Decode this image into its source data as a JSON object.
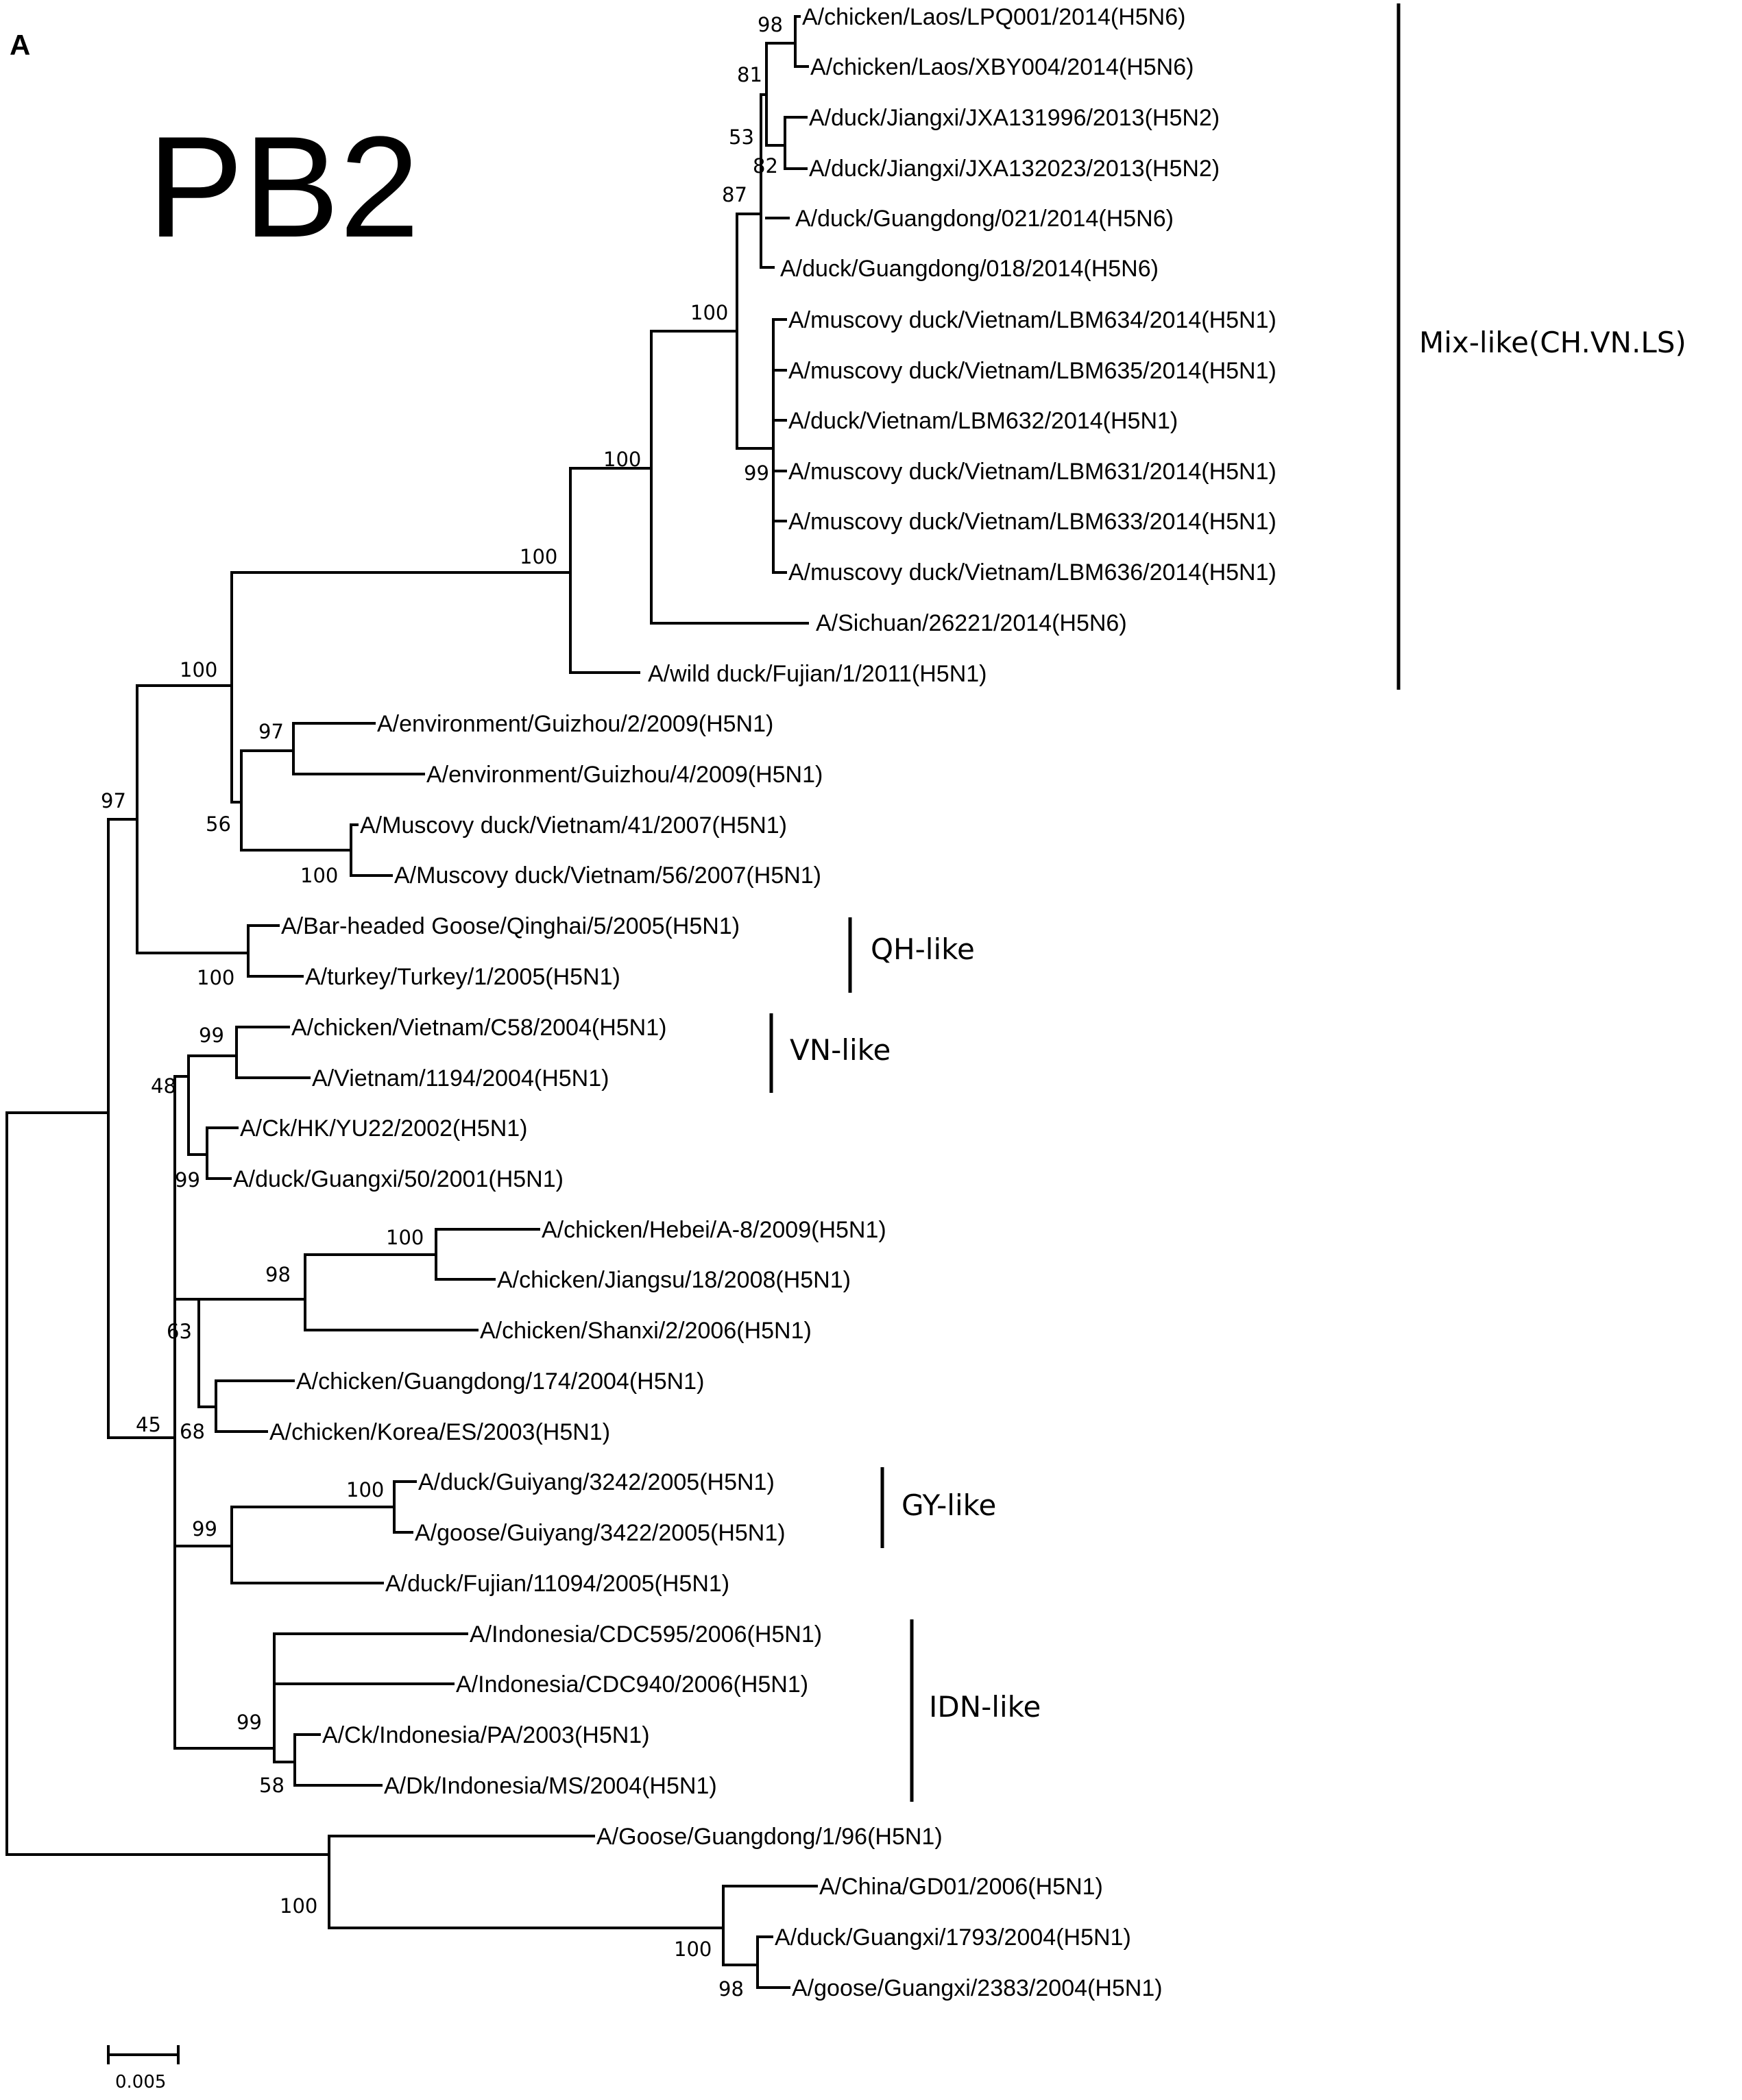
{
  "panel_label": "A",
  "gene_title": "PB2",
  "scale_bar": "0.005",
  "taxa": [
    "A/chicken/Laos/LPQ001/2014(H5N6)",
    "A/chicken/Laos/XBY004/2014(H5N6)",
    "A/duck/Jiangxi/JXA131996/2013(H5N2)",
    "A/duck/Jiangxi/JXA132023/2013(H5N2)",
    "A/duck/Guangdong/021/2014(H5N6)",
    "A/duck/Guangdong/018/2014(H5N6)",
    "A/muscovy duck/Vietnam/LBM634/2014(H5N1)",
    "A/muscovy duck/Vietnam/LBM635/2014(H5N1)",
    "A/duck/Vietnam/LBM632/2014(H5N1)",
    "A/muscovy duck/Vietnam/LBM631/2014(H5N1)",
    "A/muscovy duck/Vietnam/LBM633/2014(H5N1)",
    "A/muscovy duck/Vietnam/LBM636/2014(H5N1)",
    "A/Sichuan/26221/2014(H5N6)",
    "A/wild duck/Fujian/1/2011(H5N1)",
    "A/environment/Guizhou/2/2009(H5N1)",
    "A/environment/Guizhou/4/2009(H5N1)",
    "A/Muscovy duck/Vietnam/41/2007(H5N1)",
    "A/Muscovy duck/Vietnam/56/2007(H5N1)",
    "A/Bar-headed Goose/Qinghai/5/2005(H5N1)",
    "A/turkey/Turkey/1/2005(H5N1)",
    "A/chicken/Vietnam/C58/2004(H5N1)",
    "A/Vietnam/1194/2004(H5N1)",
    "A/Ck/HK/YU22/2002(H5N1)",
    "A/duck/Guangxi/50/2001(H5N1)",
    "A/chicken/Hebei/A-8/2009(H5N1)",
    "A/chicken/Jiangsu/18/2008(H5N1)",
    "A/chicken/Shanxi/2/2006(H5N1)",
    "A/chicken/Guangdong/174/2004(H5N1)",
    "A/chicken/Korea/ES/2003(H5N1)",
    "A/duck/Guiyang/3242/2005(H5N1)",
    "A/goose/Guiyang/3422/2005(H5N1)",
    "A/duck/Fujian/11094/2005(H5N1)",
    "A/Indonesia/CDC595/2006(H5N1)",
    "A/Indonesia/CDC940/2006(H5N1)",
    "A/Ck/Indonesia/PA/2003(H5N1)",
    "A/Dk/Indonesia/MS/2004(H5N1)",
    "A/Goose/Guangdong/1/96(H5N1)",
    "A/China/GD01/2006(H5N1)",
    "A/duck/Guangxi/1793/2004(H5N1)",
    "A/goose/Guangxi/2383/2004(H5N1)"
  ],
  "bootstrap": [
    "98",
    "81",
    "53",
    "82",
    "87",
    "100",
    "99",
    "100",
    "100",
    "100",
    "97",
    "56",
    "100",
    "97",
    "100",
    "99",
    "48",
    "99",
    "100",
    "98",
    "63",
    "68",
    "45",
    "100",
    "99",
    "99",
    "58",
    "100",
    "100",
    "98"
  ],
  "clades": [
    "Mix-like(CH.VN.LS)",
    "QH-like",
    "VN-like",
    "GY-like",
    "IDN-like"
  ]
}
